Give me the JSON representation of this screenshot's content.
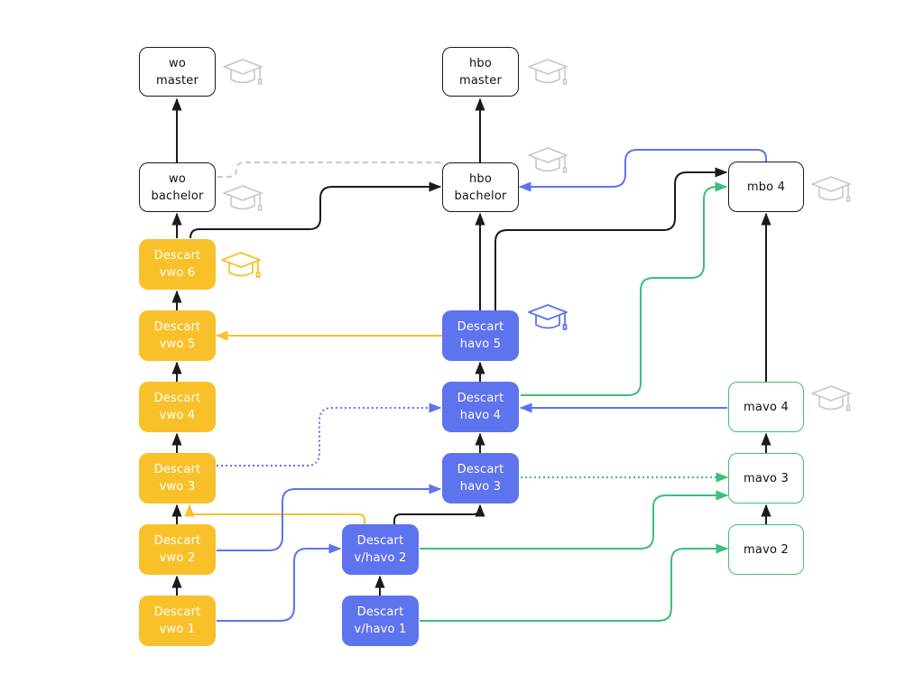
{
  "colors": {
    "black": "#1a1a1a",
    "yellow": "#f8c12a",
    "blue": "#5e73ee",
    "green": "#3cbf7a",
    "gray": "#c8c8c8",
    "white": "#ffffff"
  },
  "nodes": {
    "wo_master": {
      "line1": "wo",
      "line2": "master"
    },
    "wo_bachelor": {
      "line1": "wo",
      "line2": "bachelor"
    },
    "hbo_master": {
      "line1": "hbo",
      "line2": "master"
    },
    "hbo_bachelor": {
      "line1": "hbo",
      "line2": "bachelor"
    },
    "mbo4": {
      "line1": "mbo 4"
    },
    "vwo6": {
      "line1": "Descart",
      "line2": "vwo 6"
    },
    "vwo5": {
      "line1": "Descart",
      "line2": "vwo 5"
    },
    "vwo4": {
      "line1": "Descart",
      "line2": "vwo 4"
    },
    "vwo3": {
      "line1": "Descart",
      "line2": "vwo 3"
    },
    "vwo2": {
      "line1": "Descart",
      "line2": "vwo 2"
    },
    "vwo1": {
      "line1": "Descart",
      "line2": "vwo 1"
    },
    "havo5": {
      "line1": "Descart",
      "line2": "havo 5"
    },
    "havo4": {
      "line1": "Descart",
      "line2": "havo 4"
    },
    "havo3": {
      "line1": "Descart",
      "line2": "havo 3"
    },
    "vhavo2": {
      "line1": "Descart",
      "line2": "v/havo 2"
    },
    "vhavo1": {
      "line1": "Descart",
      "line2": "v/havo 1"
    },
    "mavo4": {
      "line1": "mavo 4"
    },
    "mavo3": {
      "line1": "mavo 3"
    },
    "mavo2": {
      "line1": "mavo 2"
    }
  },
  "connections": [
    {
      "from": "wo bachelor",
      "to": "wo master",
      "color": "black"
    },
    {
      "from": "hbo bachelor",
      "to": "hbo master",
      "color": "black"
    },
    {
      "from": "Descart vwo 6",
      "to": "wo bachelor",
      "color": "black"
    },
    {
      "from": "Descart vwo 6",
      "to": "hbo bachelor",
      "color": "black"
    },
    {
      "from": "Descart vwo 5",
      "to": "Descart vwo 6",
      "color": "black"
    },
    {
      "from": "Descart vwo 4",
      "to": "Descart vwo 5",
      "color": "black"
    },
    {
      "from": "Descart vwo 3",
      "to": "Descart vwo 4",
      "color": "black"
    },
    {
      "from": "Descart vwo 2",
      "to": "Descart vwo 3",
      "color": "black"
    },
    {
      "from": "Descart vwo 1",
      "to": "Descart vwo 2",
      "color": "black"
    },
    {
      "from": "Descart havo 5",
      "to": "hbo bachelor",
      "color": "black"
    },
    {
      "from": "Descart havo 5",
      "to": "mbo 4",
      "color": "black"
    },
    {
      "from": "Descart havo 4",
      "to": "Descart havo 5",
      "color": "black"
    },
    {
      "from": "Descart havo 3",
      "to": "Descart havo 4",
      "color": "black"
    },
    {
      "from": "Descart v/havo 2",
      "to": "Descart havo 3",
      "color": "black"
    },
    {
      "from": "Descart v/havo 1",
      "to": "Descart v/havo 2",
      "color": "black"
    },
    {
      "from": "mavo 4",
      "to": "mbo 4",
      "color": "black"
    },
    {
      "from": "mavo 3",
      "to": "mavo 4",
      "color": "black"
    },
    {
      "from": "mavo 2",
      "to": "mavo 3",
      "color": "black"
    },
    {
      "from": "Descart havo 5",
      "to": "Descart vwo 5",
      "color": "yellow"
    },
    {
      "from": "Descart v/havo 2",
      "to": "Descart vwo 3",
      "color": "yellow"
    },
    {
      "from": "Descart vwo 2",
      "to": "Descart havo 3",
      "color": "blue"
    },
    {
      "from": "Descart vwo 1",
      "to": "Descart v/havo 2",
      "color": "blue"
    },
    {
      "from": "mavo 4",
      "to": "Descart havo 4",
      "color": "blue"
    },
    {
      "from": "mbo 4",
      "to": "hbo bachelor",
      "color": "blue"
    },
    {
      "from": "Descart vwo 3",
      "to": "Descart havo 4",
      "color": "blue",
      "style": "dotted"
    },
    {
      "from": "Descart havo 4",
      "to": "mbo 4",
      "color": "green"
    },
    {
      "from": "Descart v/havo 2",
      "to": "mavo 3",
      "color": "green"
    },
    {
      "from": "Descart v/havo 1",
      "to": "mavo 2",
      "color": "green"
    },
    {
      "from": "Descart havo 3",
      "to": "mavo 3",
      "color": "green",
      "style": "dotted"
    },
    {
      "from": "hbo bachelor",
      "to": "wo bachelor",
      "color": "gray",
      "style": "dashed"
    }
  ],
  "icons": [
    {
      "name": "graduation-cap-icon",
      "near": "wo master",
      "color": "gray"
    },
    {
      "name": "graduation-cap-icon",
      "near": "hbo master",
      "color": "gray"
    },
    {
      "name": "graduation-cap-icon",
      "near": "wo bachelor",
      "color": "gray"
    },
    {
      "name": "graduation-cap-icon",
      "near": "hbo bachelor",
      "color": "gray"
    },
    {
      "name": "graduation-cap-icon",
      "near": "mbo 4",
      "color": "gray"
    },
    {
      "name": "graduation-cap-icon",
      "near": "Descart vwo 6",
      "color": "yellow"
    },
    {
      "name": "graduation-cap-icon",
      "near": "Descart havo 5",
      "color": "blue"
    },
    {
      "name": "graduation-cap-icon",
      "near": "mavo 4",
      "color": "gray"
    }
  ]
}
